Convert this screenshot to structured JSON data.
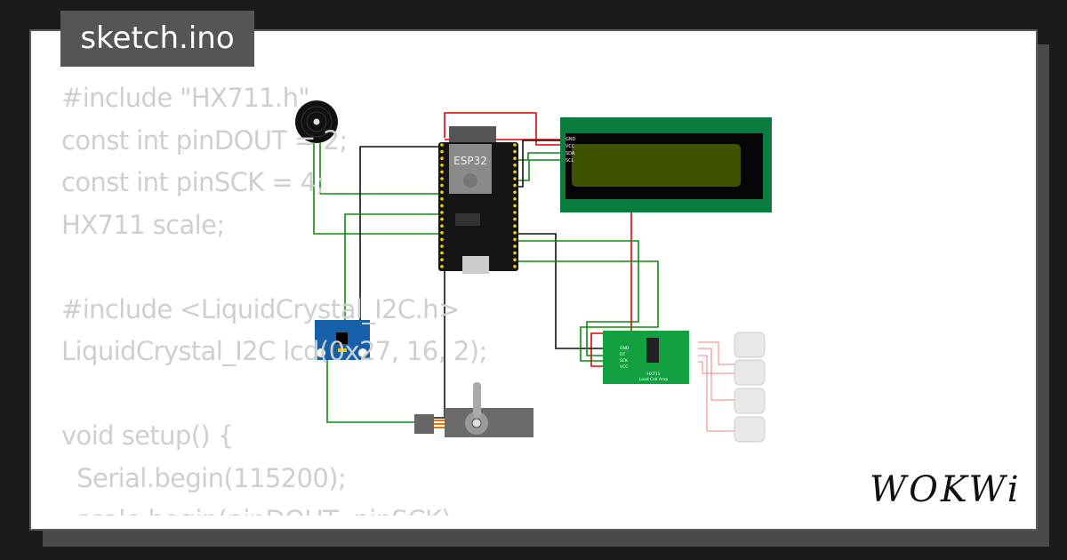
{
  "file_tab": {
    "label": "sketch.ino"
  },
  "code_lines": [
    "#include \"HX711.h\"",
    "const int pinDOUT = 2;",
    "const int pinSCK = 4;",
    "HX711 scale;",
    "",
    "#include <LiquidCrystal_I2C.h>",
    "LiquidCrystal_I2C lcd(0x27, 16, 2);",
    "",
    "void setup() {",
    "  Serial.begin(115200);",
    "  scale.begin(pinDOUT, pinSCK);"
  ],
  "circuit": {
    "esp32_label": "ESP32",
    "lcd_pins": [
      "GND",
      "VCC",
      "SDA",
      "SCL"
    ],
    "hx711_pins": [
      "GND",
      "DT",
      "SCK",
      "VCC"
    ],
    "hx711_label": "HX711",
    "hx711_sublabel": "Load Cell Amp",
    "wire_colors": {
      "red": "#e00000",
      "green": "#118811",
      "black": "#111111"
    }
  },
  "brand": {
    "logo": "WOKWi"
  }
}
